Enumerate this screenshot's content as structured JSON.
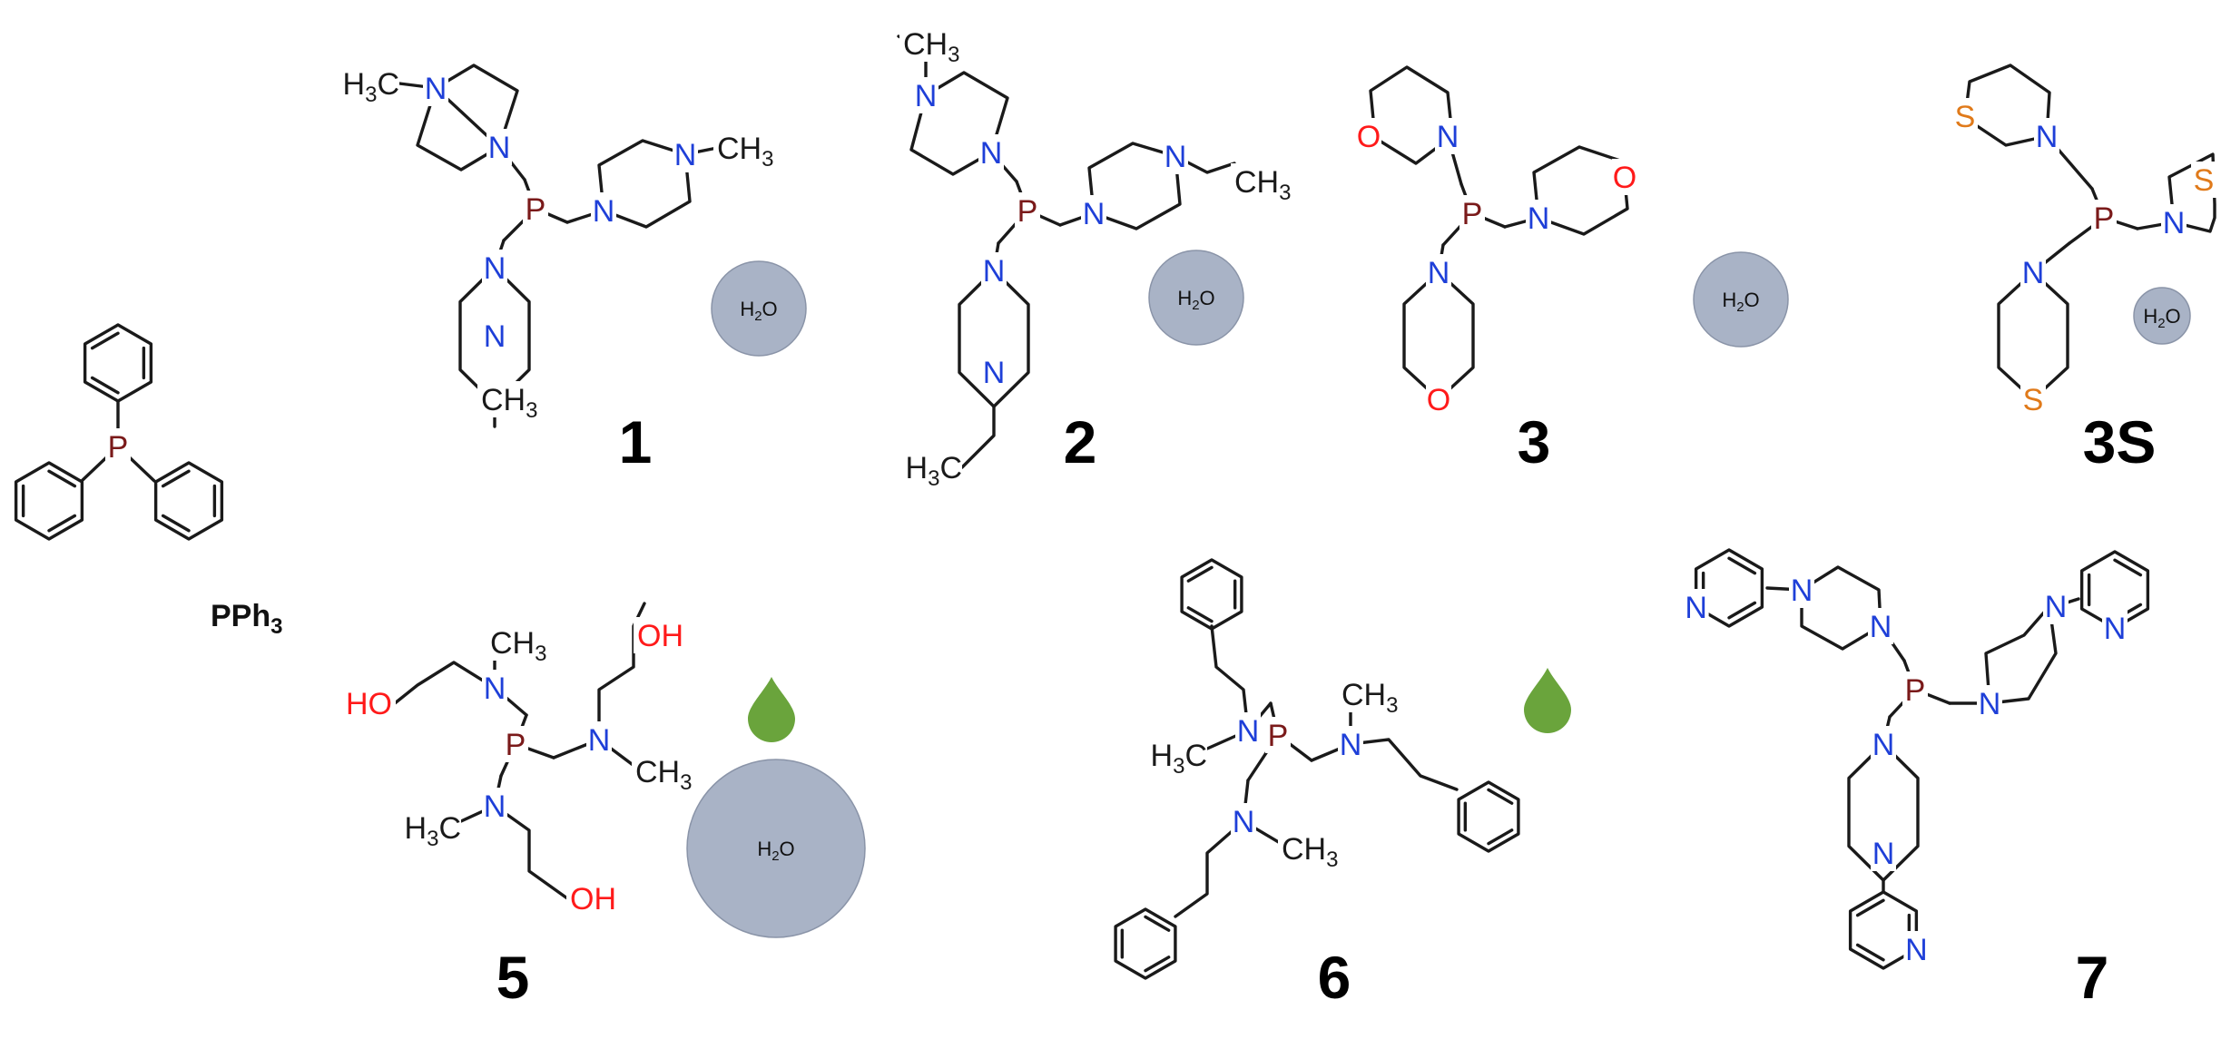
{
  "colors": {
    "phosphorus": "#7a1a1a",
    "nitrogen": "#1e3fd8",
    "oxygen": "#ff1a1a",
    "sulfur": "#e07a1a",
    "carbon": "#1a1a1a",
    "water_drop": "#a9b3c6",
    "leaf": "#6aa43c"
  },
  "icons": {
    "water": "water-circle-icon",
    "leaf": "green-drop-icon"
  },
  "labels": {
    "pph3": {
      "main": "PPh",
      "sub": "3"
    },
    "compounds": [
      "1",
      "2",
      "3",
      "3S",
      "5",
      "6",
      "7"
    ],
    "water": {
      "main": "H",
      "sub": "2",
      "tail": "O"
    },
    "atoms": {
      "P": "P",
      "N": "N",
      "O": "O",
      "S": "S",
      "CH3": {
        "main": "CH",
        "sub": "3"
      },
      "H3C": {
        "h": "H",
        "sub": "3",
        "c": "C"
      },
      "OH": "OH",
      "HO": "HO"
    }
  }
}
